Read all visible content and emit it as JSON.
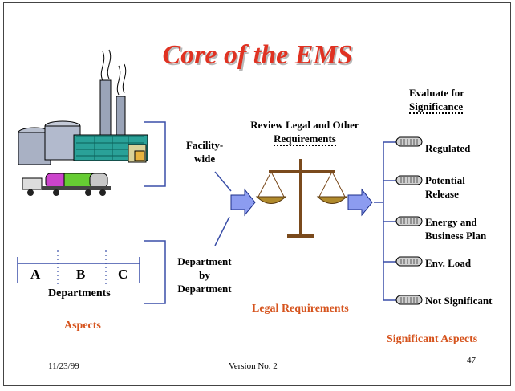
{
  "slide": {
    "title": "Core of the EMS",
    "facility_wide": [
      "Facility-",
      "wide"
    ],
    "department_by_department": [
      "Department",
      "by",
      "Department"
    ],
    "departments": {
      "letters": [
        "A",
        "B",
        "C"
      ],
      "label": "Departments"
    },
    "aspects_label": "Aspects",
    "review_heading": [
      "Review Legal and  Other",
      "Requirements"
    ],
    "legal_requirements_label": "Legal Requirements",
    "evaluate_heading": [
      "Evaluate for",
      "Significance"
    ],
    "outcomes": [
      "Regulated",
      [
        "Potential",
        "Release"
      ],
      [
        "Energy and",
        "Business Plan"
      ],
      "Env. Load",
      "Not Significant"
    ],
    "significant_aspects_label": "Significant Aspects",
    "footer": {
      "date": "11/23/99",
      "version": "Version No. 2",
      "page": "47"
    }
  },
  "colors": {
    "title": "#e03222",
    "accent_orange": "#d6541e",
    "arrow_blue": "#8c9cf0",
    "bracket": "#3a4fa8",
    "scale_brown": "#7a4a1c"
  }
}
